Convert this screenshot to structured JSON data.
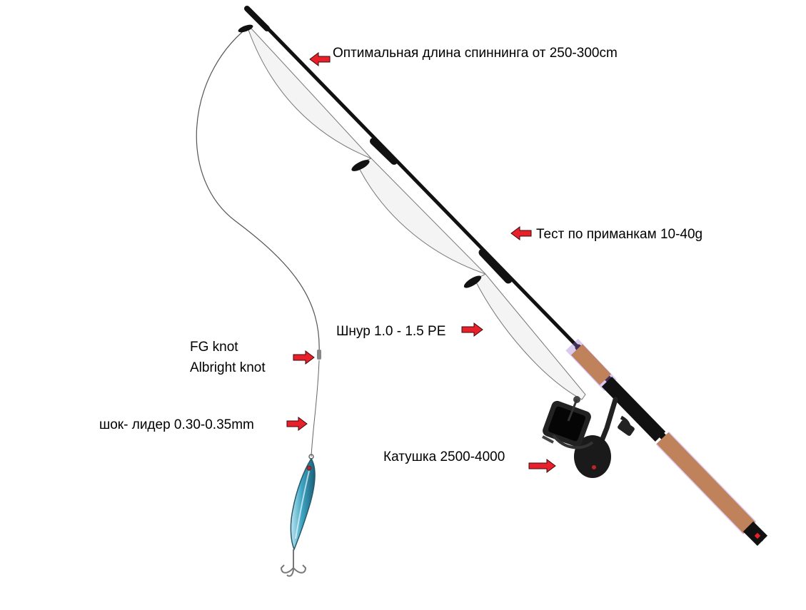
{
  "labels": {
    "rod_length": "Оптимальная длина спиннинга от 250-300cm",
    "lure_test": "Тест по приманкам 10-40g",
    "braid_line": "Шнур 1.0 - 1.5 PE",
    "knot_fg": "FG knot",
    "knot_albright": "Albright knot",
    "shock_leader": "шок- лидер 0.30-0.35mm",
    "reel": "Катушка 2500-4000"
  },
  "colors": {
    "arrow": "#e8202a",
    "rod": "#111111",
    "cork_handle": "#c0825a",
    "handle_trim": "#9b6bd6",
    "line": "#555555",
    "guide_fill": "#f4f4f4",
    "lure_body": "#3fa6c4"
  },
  "icons": [
    "arrow-icon",
    "fishing-rod",
    "spinning-reel",
    "metal-jig-lure",
    "treble-hook"
  ]
}
